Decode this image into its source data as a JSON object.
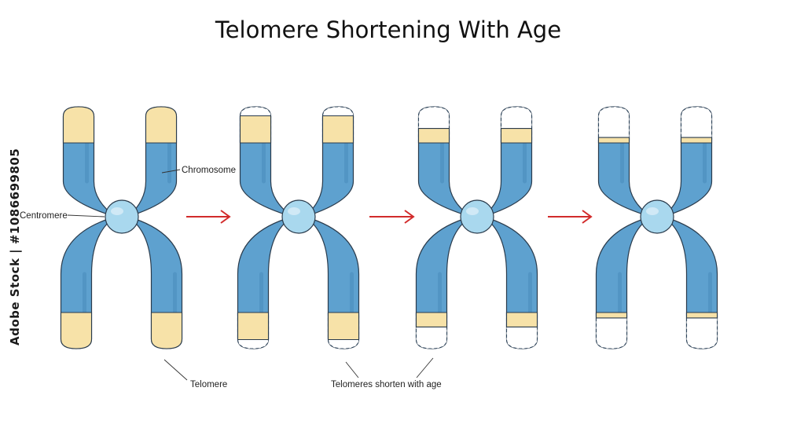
{
  "title": "Telomere Shortening With Age",
  "labels": {
    "chromosome": "Chromosome",
    "centromere": "Centromere",
    "telomere": "Telomere",
    "telomeres_shorten": "Telomeres shorten with age"
  },
  "watermark_id": "Adobe Stock | #1086699805",
  "colors": {
    "chromatid": "#5ea1cf",
    "chromatid_dark": "#3d7fae",
    "telomere": "#f7e2a8",
    "centromere": "#a9d8ee",
    "outline": "#2a3b4c",
    "arrow": "#d22b2b"
  },
  "stages": [
    {
      "telomere_fraction": 1.0
    },
    {
      "telomere_fraction": 0.75
    },
    {
      "telomere_fraction": 0.4
    },
    {
      "telomere_fraction": 0.15
    }
  ]
}
